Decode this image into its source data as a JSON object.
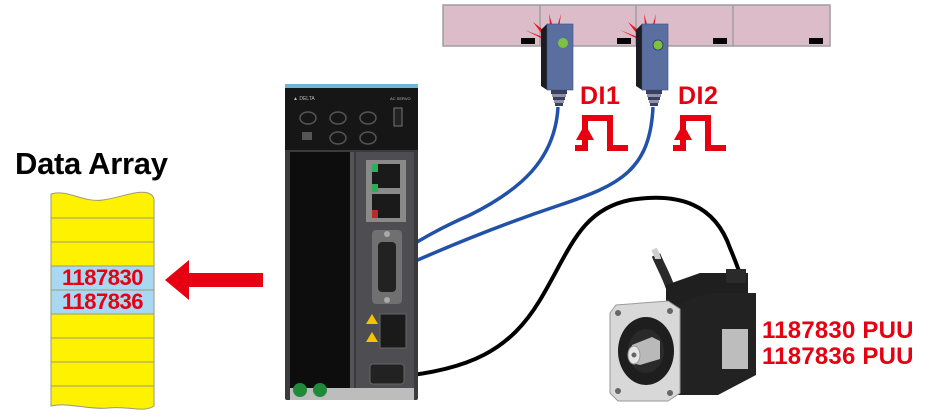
{
  "title": "Data Array",
  "data_array": {
    "rows": [
      "",
      "",
      "1187830",
      "1187836",
      "",
      "",
      "",
      ""
    ],
    "highlighted_rows": [
      2,
      3
    ],
    "fill_color": "#fff200",
    "highlight_color": "#a9d8f2",
    "text_color": "#e60012"
  },
  "sensors": [
    {
      "label": "DI1"
    },
    {
      "label": "DI2"
    }
  ],
  "motor_readout": {
    "lines": [
      "1187830 PUU",
      "1187836 PUU"
    ]
  },
  "colors": {
    "accent_red": "#e60012",
    "conveyor_fill": "#dbbcc8",
    "sensor_body": "#5a6fa0",
    "sensor_led": "#7cc242",
    "signal_cable": "#2151a8",
    "motor_cable": "#000000"
  },
  "icons": {
    "arrow": "left-arrow",
    "pulse": "rising-edge-pulse",
    "drive": "servo-drive",
    "motor": "servo-motor",
    "conveyor": "conveyor-belt",
    "sensor": "photo-sensor"
  }
}
